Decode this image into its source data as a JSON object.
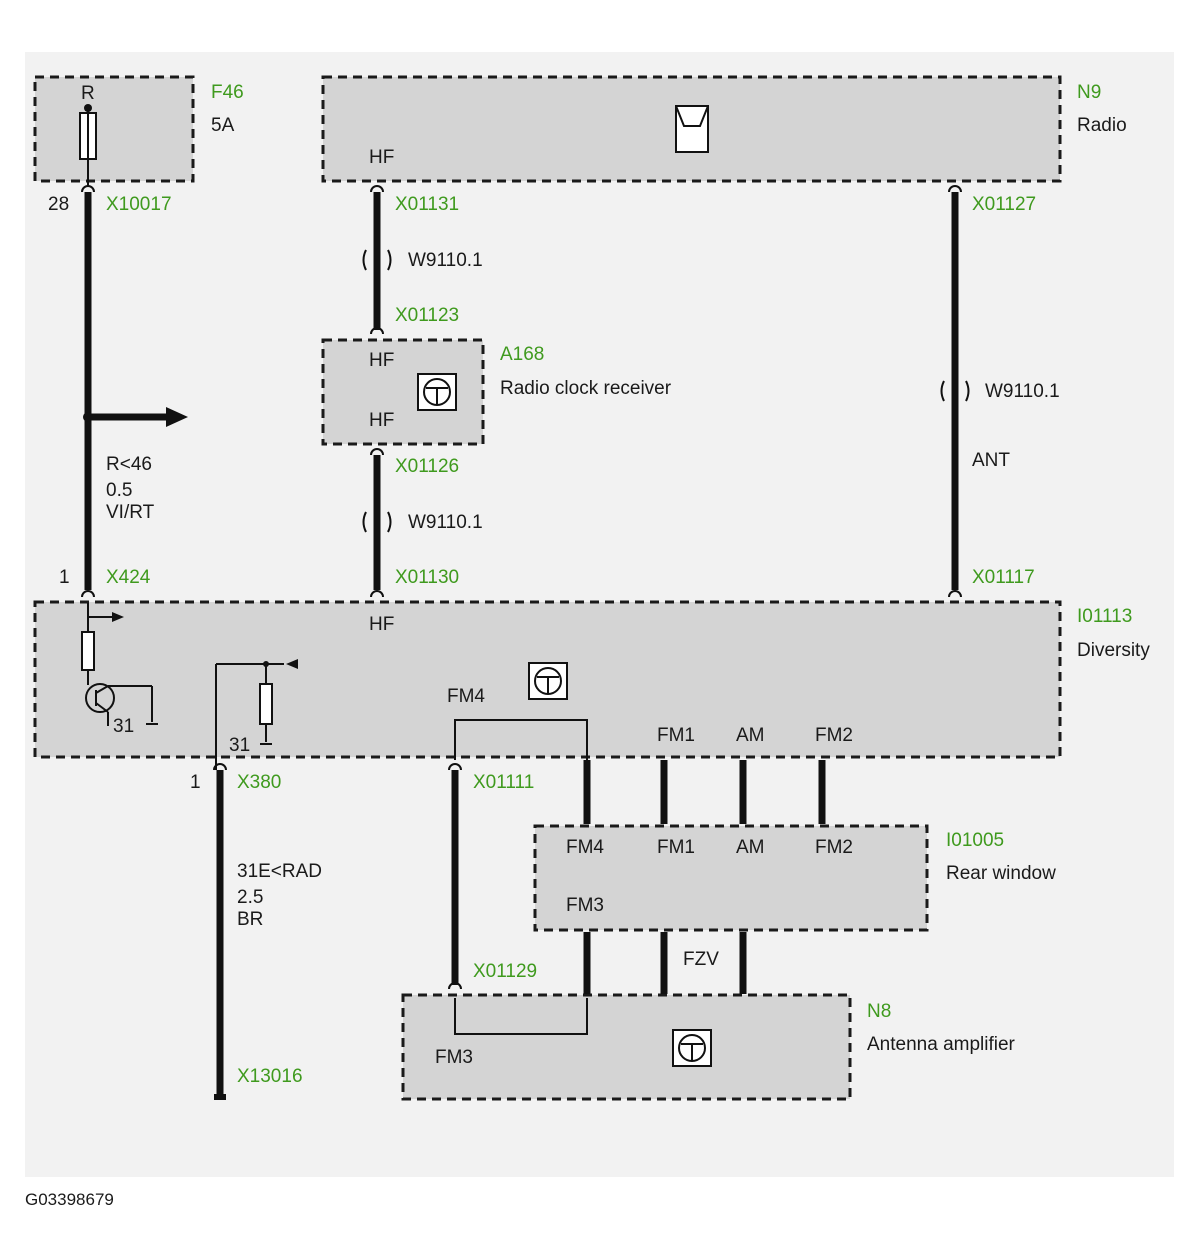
{
  "components": {
    "f46": {
      "id": "F46",
      "rating": "5A",
      "top_label": "R"
    },
    "n9": {
      "id": "N9",
      "name": "Radio",
      "pin": "HF"
    },
    "a168": {
      "id": "A168",
      "name": "Radio clock receiver",
      "pin_top": "HF",
      "pin_bottom": "HF"
    },
    "i01113": {
      "id": "I01113",
      "name": "Diversity",
      "pin_hf": "HF",
      "fm4": "FM4",
      "fm1": "FM1",
      "am": "AM",
      "fm2": "FM2",
      "ground1": "31",
      "ground2": "31"
    },
    "i01005": {
      "id": "I01005",
      "name": "Rear window",
      "fm4": "FM4",
      "fm1": "FM1",
      "am": "AM",
      "fm2": "FM2",
      "fm3": "FM3"
    },
    "n8": {
      "id": "N8",
      "name": "Antenna amplifier",
      "fm3": "FM3"
    }
  },
  "connectors": {
    "x10017": "X10017",
    "x10017_pin": "28",
    "x01131": "X01131",
    "x01127": "X01127",
    "x01123": "X01123",
    "x01126": "X01126",
    "x424": "X424",
    "x424_pin": "1",
    "x01130": "X01130",
    "x01117": "X01117",
    "x380": "X380",
    "x380_pin": "1",
    "x01111": "X01111",
    "x01129": "X01129",
    "x13016": "X13016"
  },
  "wires": {
    "w_top": "W9110.1",
    "w_mid": "W9110.1",
    "w_right": "W9110.1",
    "ant": "ANT",
    "fzv": "FZV",
    "power": {
      "line1": "R<46",
      "line2": "0.5",
      "line3": "VI/RT"
    },
    "ground": {
      "line1": "31E<RAD",
      "line2": "2.5",
      "line3": "BR"
    }
  },
  "colors": {
    "label_green": "#3f9a1e",
    "box_fill": "#d4d4d4",
    "background": "#f2f2f2"
  },
  "figure_id": "G03398679"
}
